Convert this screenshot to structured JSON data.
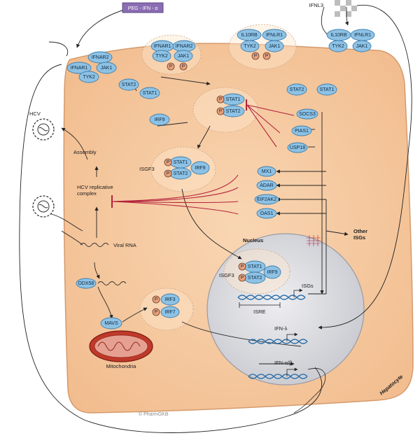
{
  "colors": {
    "cell_fill": "#f6c9a0",
    "cell_stroke": "#d49a6c",
    "protein_fill": "#8ec2e4",
    "protein_stroke": "#3d7fb0",
    "phospho_fill": "#e8a07a",
    "nucleus_fill": "#d9dadf",
    "inhibit": "#b3233c",
    "peg_box": "#8b6db3"
  },
  "extracellular": {
    "peg_ifn": "PEG - IFN - α",
    "ifnl3": "IFNL3",
    "hcv": "HCV"
  },
  "receptors": {
    "ifnar2_out": "IFNAR2",
    "ifnar1_out": "IFNAR1",
    "jak1_out": "JAK1",
    "tyk2_out": "TYK2",
    "ifnar1_mid": "IFNAR1",
    "ifnar2_mid": "IFNAR2",
    "tyk2_mid": "TYK2",
    "jak1_mid": "JAK1",
    "il10rb_mid": "IL10RB",
    "ifnlr1_mid": "IFNLR1",
    "tyk2_mid2": "TYK2",
    "jak1_mid2": "JAK1",
    "il10rb_out": "IL10RB",
    "ifnlr1_out": "IFNLR1",
    "tyk2_out2": "TYK2",
    "jak1_out2": "JAK1"
  },
  "phospho": "P",
  "cytoplasm": {
    "stat2_a": "STAT2",
    "stat1_a": "STAT1",
    "stat2_b": "STAT2",
    "stat1_b": "STAT1",
    "cplx_stat1": "STAT1",
    "cplx_stat2": "STAT2",
    "irf9": "IRF9",
    "isgf3_label": "ISGF3",
    "isgf3_stat1": "STAT1",
    "isgf3_stat2": "STAT2",
    "isgf3_irf9": "IRF9",
    "socs3": "SOCS3",
    "pias1": "PIAS1",
    "usp18": "USP18",
    "mx1": "MX1",
    "adar": "ADAR",
    "eif2ak2": "EIF2AK2",
    "oas1": "OAS1",
    "other_isgs": "Other\nISGs",
    "assembly": "Assembly",
    "hcv_complex": "HCV replicative\ncomplex",
    "viral_rna": "Viral RNA",
    "ddx58": "DDX58",
    "mavs": "MAVS",
    "irf3": "IRF3",
    "irf7": "IRF7",
    "mitochondria": "Mitochondria",
    "hepatocyte": "Hepatocyte",
    "credit": "© PharmGKB"
  },
  "nucleus": {
    "title": "Nucleus",
    "isgf3_label": "ISGF3",
    "stat1": "STAT1",
    "stat2": "STAT2",
    "irf9": "IRF9",
    "isgs": "ISGs",
    "isre": "ISRE",
    "ifn_lambda": "IFN-λ",
    "ifn_ab": "IFN-α/β"
  }
}
